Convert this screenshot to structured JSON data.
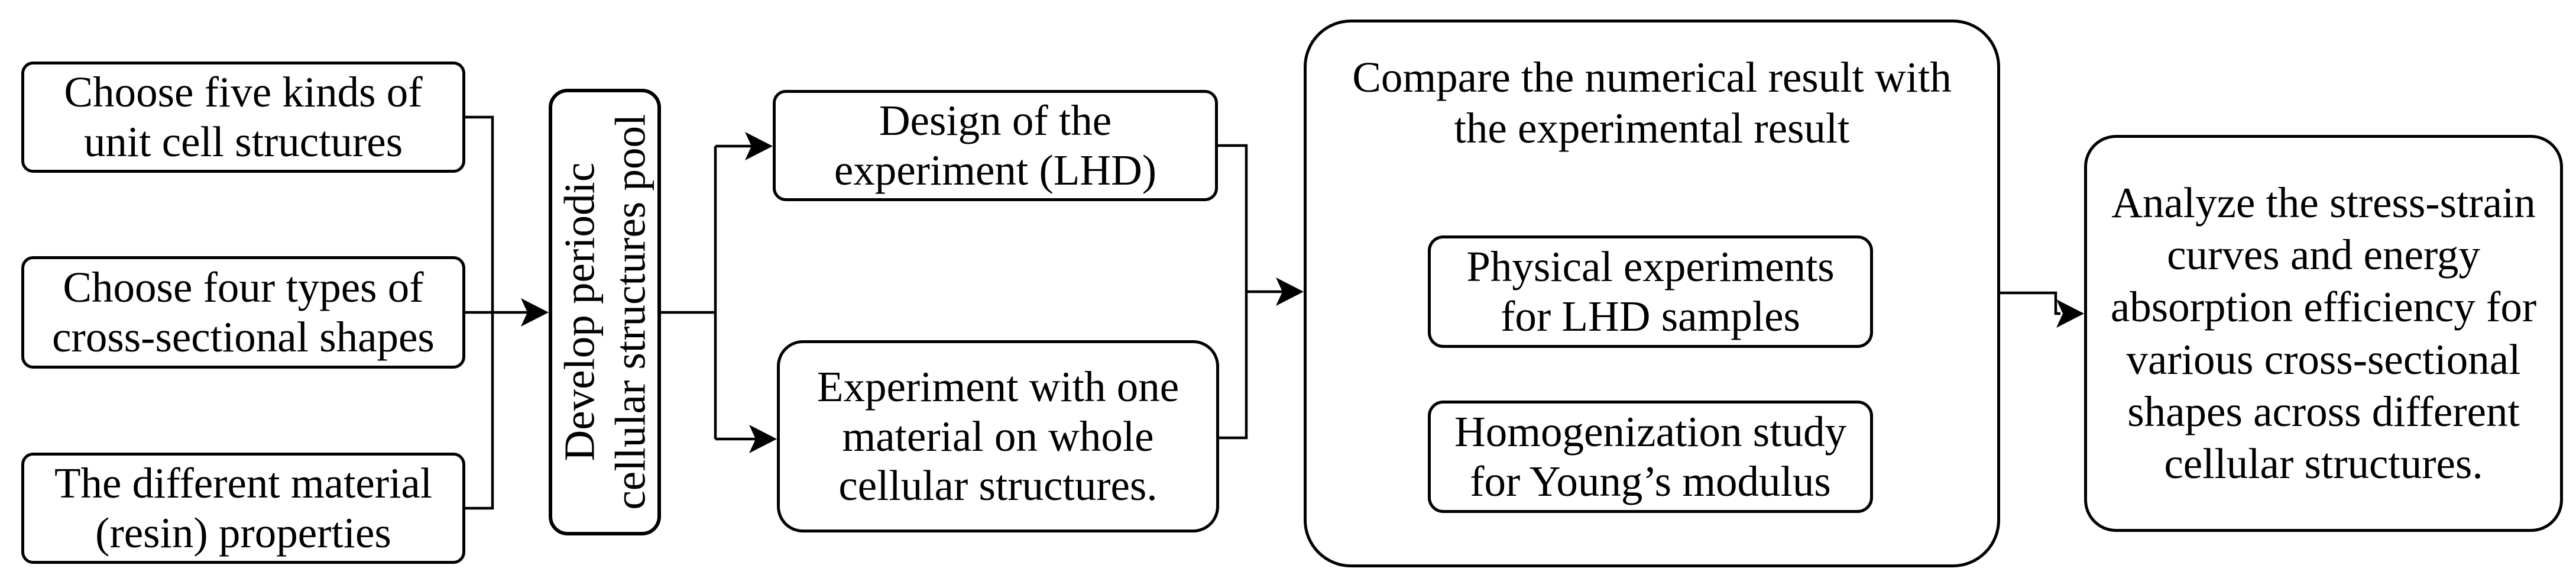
{
  "colors": {
    "background": "#ffffff",
    "stroke": "#000000",
    "text": "#000000"
  },
  "inputs": [
    {
      "label": "Choose five kinds of\nunit cell structures"
    },
    {
      "label": "Choose four types of\ncross-sectional shapes"
    },
    {
      "label": "The different material\n(resin) properties"
    }
  ],
  "pool": {
    "label": "Develop periodic\ncellular structures pool"
  },
  "branches": {
    "design": {
      "label": "Design of the\nexperiment (LHD)"
    },
    "experiment": {
      "label": "Experiment with one\nmaterial on whole\ncellular structures."
    }
  },
  "compare": {
    "title": "Compare the numerical result with\nthe experimental result",
    "physical": {
      "label": "Physical experiments\nfor LHD samples"
    },
    "homogenization": {
      "label": "Homogenization study\nfor Young’s modulus"
    }
  },
  "analyze": {
    "label": "Analyze the stress-strain\ncurves and energy\nabsorption efficiency for\nvarious cross-sectional\nshapes across different\ncellular structures."
  }
}
